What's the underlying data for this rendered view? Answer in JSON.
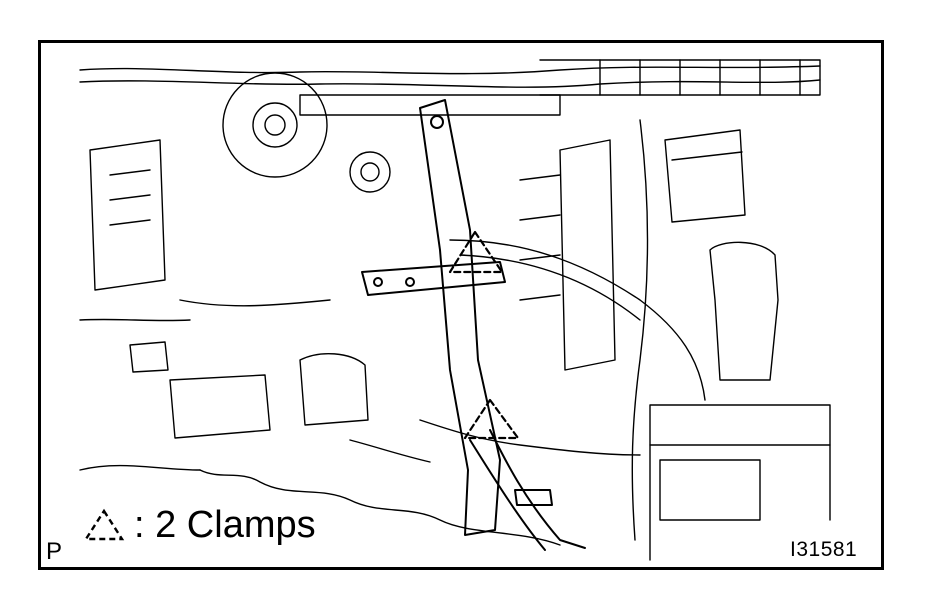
{
  "legend": {
    "icon": "dashed-triangle-icon",
    "text": ": 2 Clamps"
  },
  "page_mark": "P",
  "figure_id": "I31581",
  "colors": {
    "line": "#000000",
    "background": "#ffffff"
  }
}
